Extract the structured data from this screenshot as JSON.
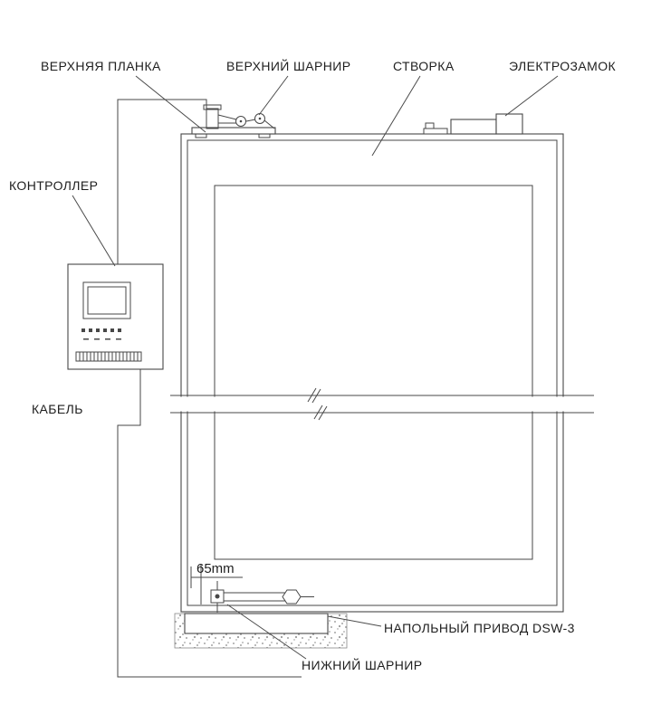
{
  "diagram": {
    "title_implicit": "Схема установки привода распашной двери",
    "labels": {
      "top_plate": "ВЕРХНЯЯ ПЛАНКА",
      "top_hinge": "ВЕРХНИЙ ШАРНИР",
      "leaf": "СТВОРКА",
      "electric_lock": "ЭЛЕКТРОЗАМОК",
      "controller": "КОНТРОЛЛЕР",
      "cable": "КАБЕЛЬ",
      "dimension": "65mm",
      "floor_drive": "НАПОЛЬНЫЙ ПРИВОД DSW-3",
      "bottom_hinge": "НИЖНИЙ ШАРНИР"
    },
    "colors": {
      "line": "#474747",
      "text": "#1f1f1f",
      "background": "#ffffff",
      "concrete_speckle": "#909090"
    }
  }
}
